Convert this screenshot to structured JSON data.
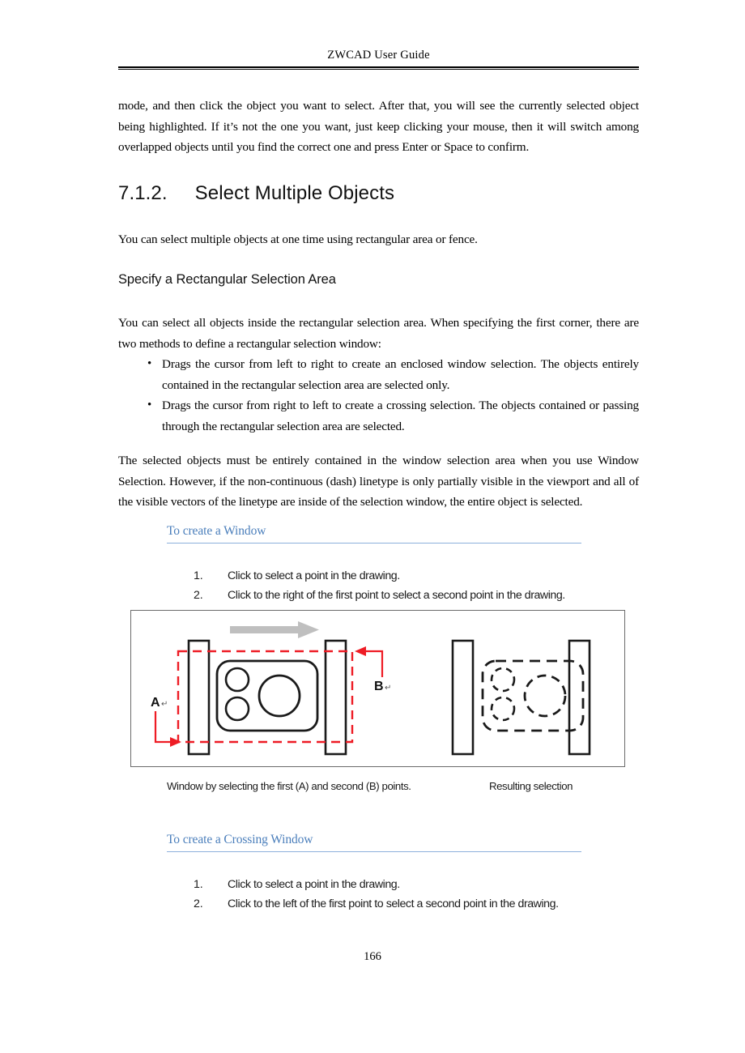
{
  "document": {
    "header_title": "ZWCAD User Guide",
    "page_number": "166",
    "accent_blue": "#4a7ebb",
    "rule_blue": "#8db0dc",
    "selection_red": "#ee1c25",
    "arrow_gray": "#bfbfbf"
  },
  "intro_paragraph": "mode, and then click the object you want to select. After that, you will see the currently selected object being highlighted. If it’s not the one you want, just keep clicking your mouse, then it will switch among overlapped objects until you find the correct one and press Enter or Space to confirm.",
  "section": {
    "number": "7.1.2.",
    "title": "Select Multiple Objects",
    "intro": "You can select multiple objects at one time using rectangular area or fence.",
    "subheading": "Specify a Rectangular Selection Area",
    "paragraph_1": "You can select all objects inside the rectangular selection area. When specifying the first corner, there are two methods to define a rectangular selection window:",
    "bullets": [
      "Drags the cursor from left to right to create an enclosed window selection. The objects entirely contained in the rectangular selection area are selected only.",
      "Drags the cursor from right to left to create a crossing selection. The objects contained or passing through the rectangular selection area are selected."
    ],
    "paragraph_2": "The selected objects must be entirely contained in the window selection area when you use Window Selection. However, if the non-continuous (dash) linetype is only partially visible in the viewport and all of the visible vectors of the linetype are inside of the selection window, the entire object is selected."
  },
  "procedure_window": {
    "heading": "To create a Window",
    "steps": [
      {
        "num": "1.",
        "text": "Click to select a point in the drawing."
      },
      {
        "num": "2.",
        "text": "Click to the right of the first point to select a second point in the drawing."
      }
    ]
  },
  "figure": {
    "label_a": "A",
    "label_b": "B",
    "pilcrow": "↵",
    "caption_left": "Window by selecting the first (A) and second (B) points.",
    "caption_right": "Resulting selection"
  },
  "procedure_crossing": {
    "heading": "To create a Crossing Window",
    "steps": [
      {
        "num": "1.",
        "text": "Click to select a point in the drawing."
      },
      {
        "num": "2.",
        "text": "Click to the left of the first point to select a second point in the drawing."
      }
    ]
  }
}
